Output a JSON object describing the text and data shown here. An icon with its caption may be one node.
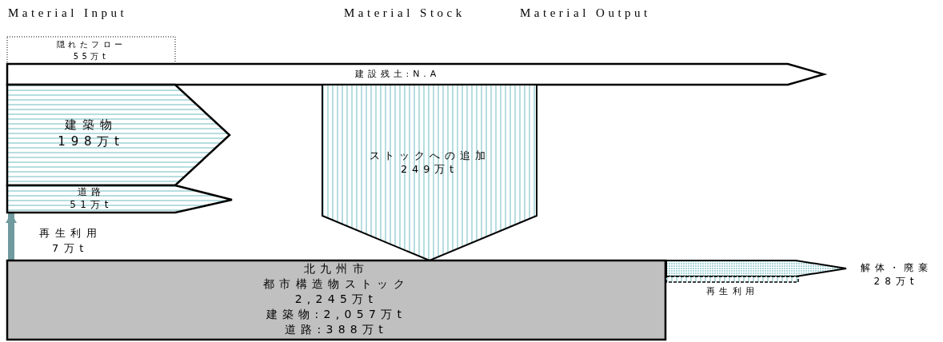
{
  "diagram": {
    "nodes": [
      {
        "text": [
          "隠れたフロー",
          "55万t"
        ]
      },
      {
        "text": [
          "建設残土:N.A"
        ]
      },
      {
        "text": [
          "建築物",
          "198万t"
        ]
      },
      {
        "text": [
          "道路",
          "51万t"
        ]
      },
      {
        "text": [
          "ストックへの追加",
          "249万t"
        ]
      },
      {
        "text": [
          "北九州市",
          "都市構造物ストック",
          "2,245万t",
          "建築物:2,057万t",
          "道路:388万t"
        ]
      },
      {
        "text": [],
        "shape": "arrow",
        "beside": [
          "解体・廃棄",
          "28万t"
        ]
      },
      {
        "text": [],
        "shape": "bar",
        "beside": [
          "再生利用"
        ]
      }
    ],
    "edges": [
      {
        "from": 5,
        "to": 3,
        "arrow": "to",
        "label": "再生利用 7万t"
      }
    ],
    "labels": [
      "Material Input",
      "Material Stock",
      "Material Output"
    ]
  }
}
